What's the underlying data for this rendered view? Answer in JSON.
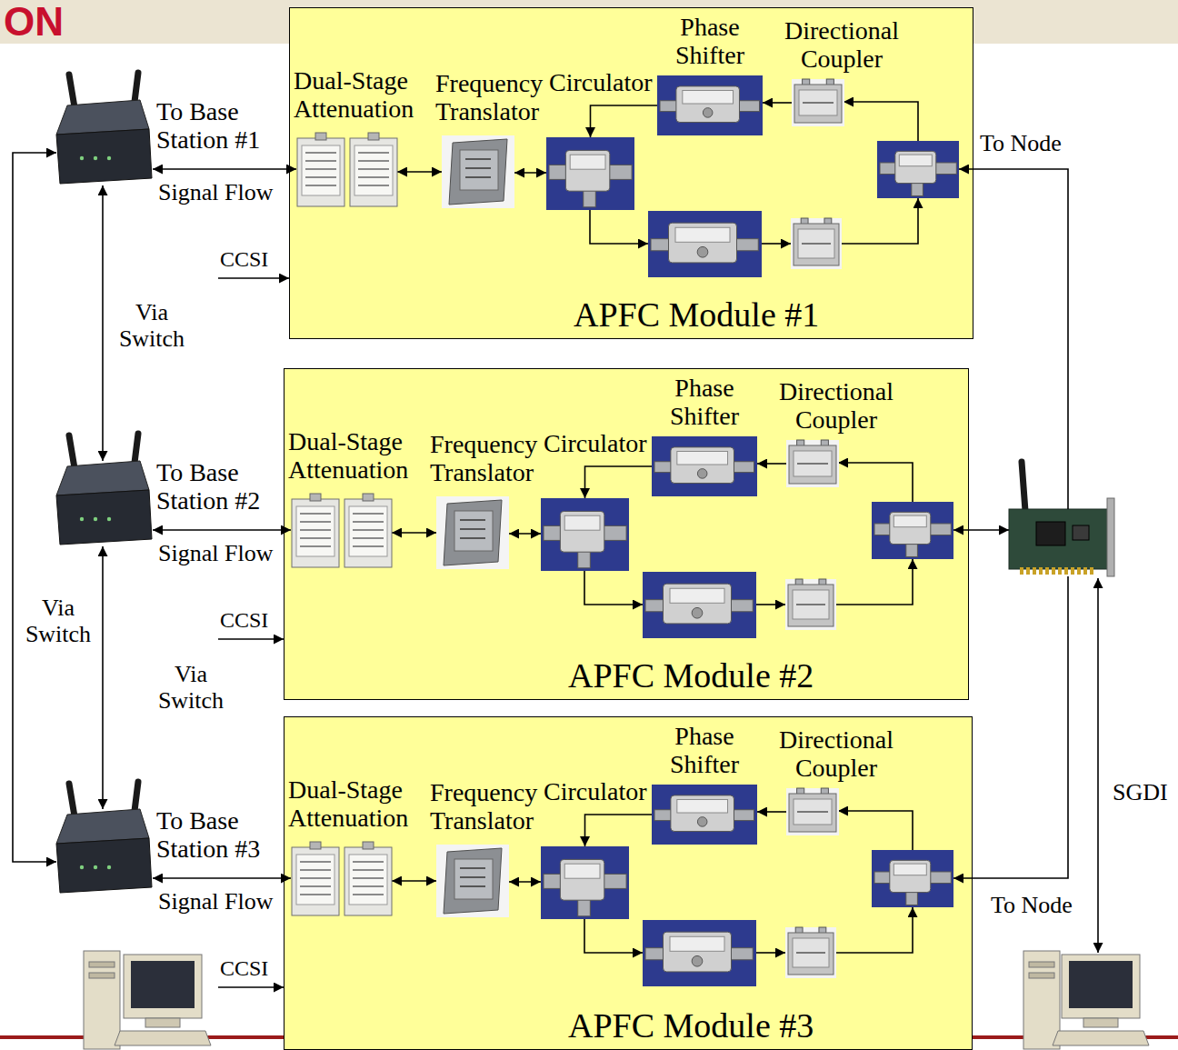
{
  "diagram": {
    "nodes": [
      {
        "text": [
          "APFC Module #1"
        ]
      },
      {
        "text": [
          "Dual-Stage Attenuation"
        ],
        "in": 0
      },
      {
        "text": [
          "Frequency Translator"
        ],
        "in": 0
      },
      {
        "text": [
          "Circulator"
        ],
        "in": 0
      },
      {
        "text": [
          "Phase Shifter"
        ],
        "in": 0
      },
      {
        "text": [
          "Directional Coupler"
        ],
        "in": 0
      },
      {
        "text": [
          "APFC Module #2"
        ]
      },
      {
        "text": [
          "Dual-Stage Attenuation"
        ],
        "in": 6
      },
      {
        "text": [
          "Frequency Translator"
        ],
        "in": 6
      },
      {
        "text": [
          "Circulator"
        ],
        "in": 6
      },
      {
        "text": [
          "Phase Shifter"
        ],
        "in": 6
      },
      {
        "text": [
          "Directional Coupler"
        ],
        "in": 6
      },
      {
        "text": [
          "APFC Module #3"
        ]
      },
      {
        "text": [
          "Dual-Stage Attenuation"
        ],
        "in": 12
      },
      {
        "text": [
          "Frequency Translator"
        ],
        "in": 12
      },
      {
        "text": [
          "Circulator"
        ],
        "in": 12
      },
      {
        "text": [
          "Phase Shifter"
        ],
        "in": 12
      },
      {
        "text": [
          "Directional Coupler"
        ],
        "in": 12
      }
    ],
    "edges": [
      {
        "from": 1,
        "to": 2,
        "arrow": "both"
      },
      {
        "from": 2,
        "to": 3,
        "arrow": "both"
      },
      {
        "from": 5,
        "to": 4,
        "arrow": "to"
      },
      {
        "from": 4,
        "to": 3,
        "arrow": "to"
      },
      {
        "from": 7,
        "to": 8,
        "arrow": "both"
      },
      {
        "from": 8,
        "to": 9,
        "arrow": "both"
      },
      {
        "from": 11,
        "to": 10,
        "arrow": "to"
      },
      {
        "from": 10,
        "to": 9,
        "arrow": "to"
      },
      {
        "from": 13,
        "to": 14,
        "arrow": "both"
      },
      {
        "from": 14,
        "to": 15,
        "arrow": "both"
      },
      {
        "from": 17,
        "to": 16,
        "arrow": "to"
      },
      {
        "from": 16,
        "to": 15,
        "arrow": "to"
      }
    ],
    "labels": [
      "ON",
      "To Base Station #1",
      "Signal Flow",
      "CCSI",
      "Via Switch",
      "To Base Station #2",
      "Signal Flow",
      "CCSI",
      "Via Switch",
      "Via Switch",
      "To Base Station #3",
      "Signal Flow",
      "CCSI",
      "To Node",
      "To Node",
      "SGDI"
    ]
  }
}
